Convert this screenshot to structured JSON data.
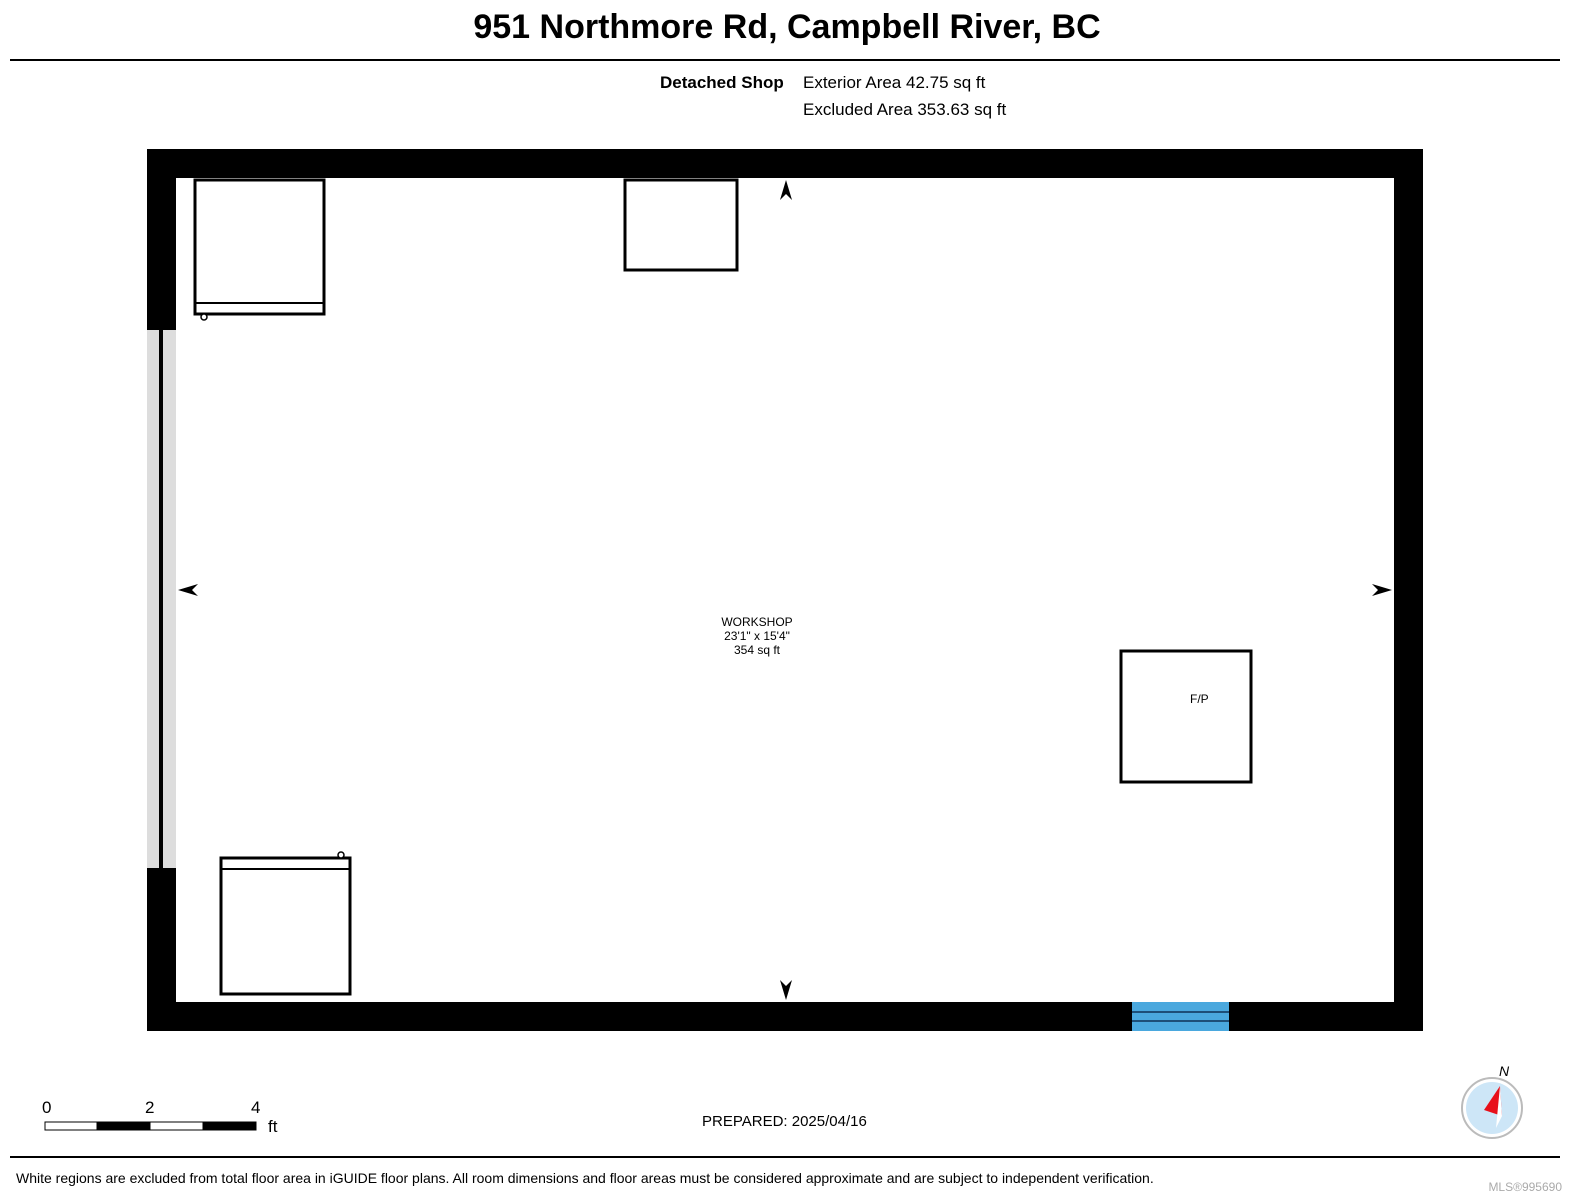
{
  "header": {
    "title": "951 Northmore Rd, Campbell River, BC"
  },
  "summary": {
    "section_label": "Detached Shop",
    "exterior_area": "Exterior Area 42.75 sq ft",
    "excluded_area": "Excluded Area 353.63 sq ft"
  },
  "room": {
    "name": "WORKSHOP",
    "dimensions": "23'1\" x 15'4\"",
    "area": "354 sq ft"
  },
  "fixtures": {
    "fireplace_label": "F/P"
  },
  "scale_bar": {
    "ticks": [
      "0",
      "2",
      "4"
    ],
    "unit": "ft"
  },
  "compass": {
    "north_label": "N"
  },
  "prepared": "PREPARED: 2025/04/16",
  "footer": {
    "disclaimer": "White regions are excluded from total floor area in iGUIDE floor plans. All room dimensions and floor areas must be considered approximate and are subject to independent verification.",
    "mls": "MLS®995690"
  },
  "colors": {
    "wall": "#000000",
    "window": "#4aa8de",
    "opening": "#dddddd",
    "compass_fill": "#cde6f7",
    "compass_needle": "#e8101a"
  }
}
